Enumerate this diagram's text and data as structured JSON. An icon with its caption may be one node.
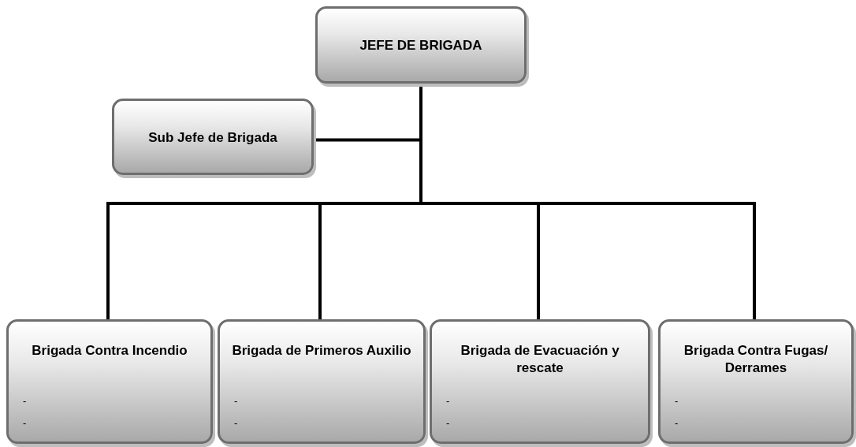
{
  "diagram": {
    "nodes": [
      {
        "text": [
          "JEFE DE BRIGADA"
        ]
      },
      {
        "text": [
          "Sub Jefe de Brigada"
        ]
      },
      {
        "text": [
          "Brigada Contra Incendio",
          "-",
          "-"
        ]
      },
      {
        "text": [
          "Brigada de Primeros Auxilio",
          "-",
          "-"
        ]
      },
      {
        "text": [
          "Brigada de Evacuación y rescate",
          "-",
          "-"
        ]
      },
      {
        "text": [
          "Brigada Contra Fugas/ Derrames",
          "-",
          "-"
        ]
      }
    ],
    "edges": [
      {
        "from": 0,
        "to": 1,
        "arrow": "none"
      },
      {
        "from": 0,
        "to": 2,
        "arrow": "none"
      },
      {
        "from": 0,
        "to": 3,
        "arrow": "none"
      },
      {
        "from": 0,
        "to": 4,
        "arrow": "none"
      },
      {
        "from": 0,
        "to": 5,
        "arrow": "none"
      }
    ]
  }
}
